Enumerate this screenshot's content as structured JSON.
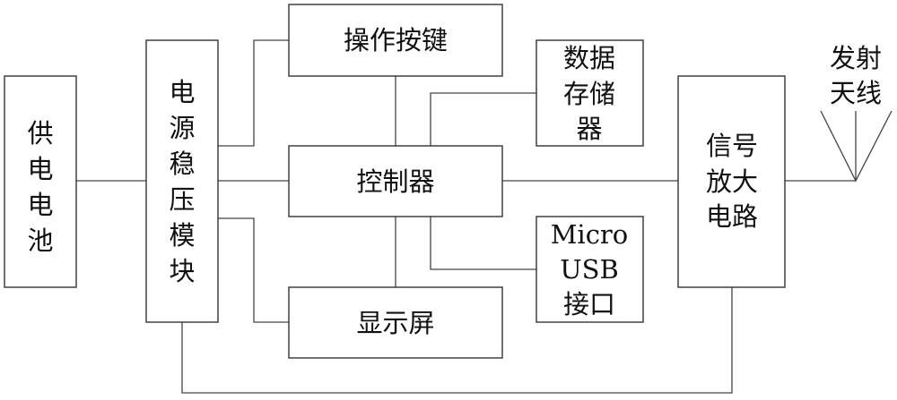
{
  "blocks": {
    "battery": [
      "供",
      "电",
      "电",
      "池"
    ],
    "power_module": [
      "电",
      "源",
      "稳",
      "压",
      "模",
      "块"
    ],
    "keys": "操作按键",
    "controller": "控制器",
    "display": "显示屏",
    "storage": [
      "数据",
      "存储",
      "器"
    ],
    "usb": [
      "Micro",
      "USB",
      "接口"
    ],
    "amplifier": [
      "信号",
      "放大",
      "电路"
    ],
    "antenna": [
      "发射",
      "天线"
    ]
  }
}
